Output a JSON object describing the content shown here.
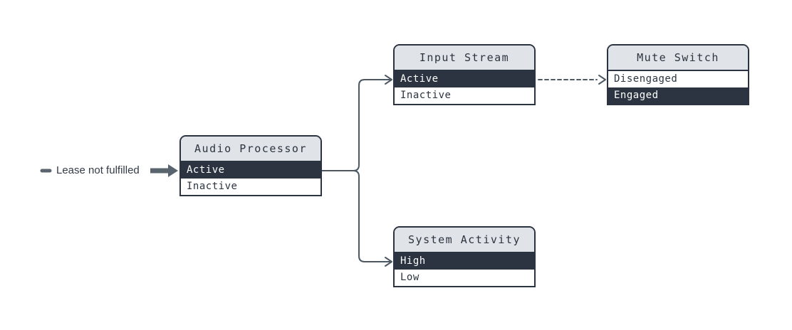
{
  "diagram": {
    "legend": {
      "marker": "dash-icon",
      "label": "Lease not fulfilled"
    },
    "nodes": [
      {
        "id": "audio-processor",
        "title": "Audio Processor",
        "states": [
          {
            "label": "Active",
            "selected": true
          },
          {
            "label": "Inactive",
            "selected": false
          }
        ]
      },
      {
        "id": "input-stream",
        "title": "Input Stream",
        "states": [
          {
            "label": "Active",
            "selected": true
          },
          {
            "label": "Inactive",
            "selected": false
          }
        ]
      },
      {
        "id": "mute-switch",
        "title": "Mute Switch",
        "states": [
          {
            "label": "Disengaged",
            "selected": false
          },
          {
            "label": "Engaged",
            "selected": true
          }
        ]
      },
      {
        "id": "system-activity",
        "title": "System Activity",
        "states": [
          {
            "label": "High",
            "selected": true
          },
          {
            "label": "Low",
            "selected": false
          }
        ]
      }
    ],
    "edges": [
      {
        "from": "Audio Processor.Active",
        "to": "Input Stream.Active",
        "style": "solid"
      },
      {
        "from": "Audio Processor.Active",
        "to": "System Activity.High",
        "style": "solid"
      },
      {
        "from": "Input Stream.Active",
        "to": "Mute Switch.Disengaged",
        "style": "dashed"
      },
      {
        "from": "Lease not fulfilled",
        "to": "Audio Processor.Active",
        "style": "thick-arrow"
      }
    ],
    "colors": {
      "node_border": "#2b3440",
      "node_header_bg": "#e0e3e7",
      "selected_row_bg": "#2b3440",
      "selected_row_text": "#ffffff",
      "row_bg": "#ffffff",
      "row_text": "#2b3440",
      "edge_line": "#4d5863",
      "legend_arrow": "#5a646e",
      "legend_text": "#333b46"
    }
  }
}
